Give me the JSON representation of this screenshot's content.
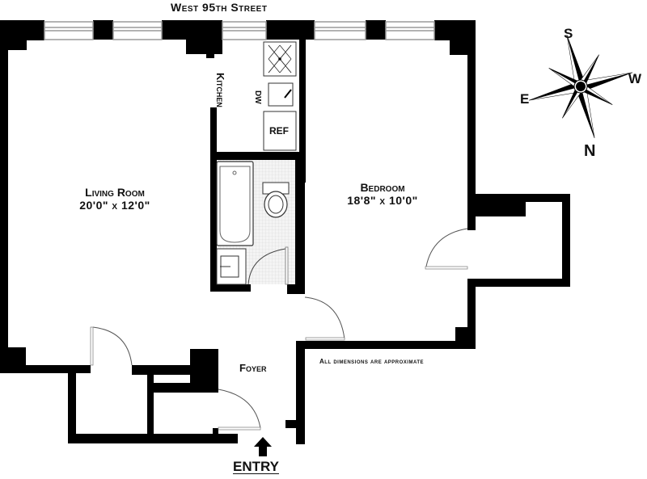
{
  "street": {
    "name": "West 95th Street"
  },
  "rooms": {
    "living_room": {
      "name": "Living Room",
      "dimensions": "20'0\"  x  12'0\""
    },
    "bedroom": {
      "name": "Bedroom",
      "dimensions": "18'8\"  x  10'0\""
    },
    "kitchen": {
      "name": "Kitchen"
    },
    "foyer": {
      "name": "Foyer"
    }
  },
  "appliances": {
    "dishwasher": "DW",
    "refrigerator": "REF"
  },
  "compass": {
    "north": "N",
    "south": "S",
    "east": "E",
    "west": "W"
  },
  "entry": {
    "label": "ENTRY"
  },
  "note": {
    "text": "All dimensions are approximate"
  },
  "colors": {
    "wall": "#000000",
    "window": "#9a9a9a",
    "door_swing": "#555555",
    "bath_floor": "#e8e8e8"
  }
}
